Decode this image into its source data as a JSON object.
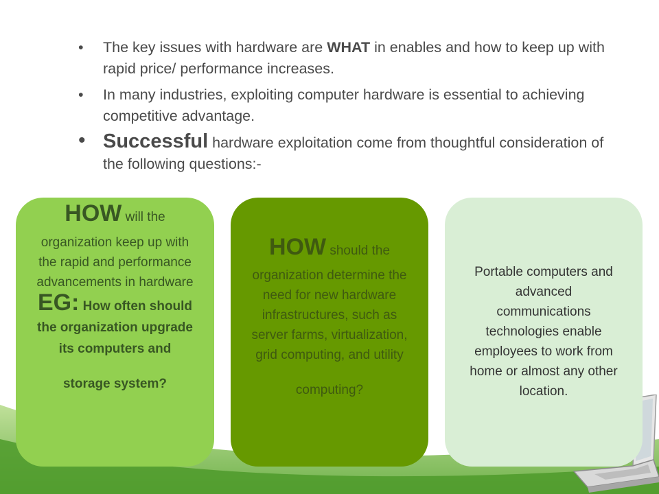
{
  "bullets": [
    {
      "pre": "The key issues with hardware are ",
      "bold": "WHAT",
      "post": " in enables and how to keep up with rapid price/ performance increases."
    },
    {
      "text": "In many industries, exploiting computer hardware is essential to achieving competitive advantage."
    },
    {
      "lead": "Successful",
      "text": " hardware exploitation come from thoughtful consideration of the following questions:-"
    }
  ],
  "bullet_char": "•",
  "panels": {
    "left": {
      "how": "HOW",
      "how_rest": " will the",
      "body": "organization keep up with the rapid and performance advancements in hardware",
      "eg": "EG:",
      "eg_body": " How often should the organization upgrade its computers and",
      "storage": "storage system?"
    },
    "middle": {
      "how": "HOW",
      "how_rest": " should the",
      "body": "organization determine the need for new hardware infrastructures, such as server farms, virtualization, grid computing, and utility",
      "last": "computing?"
    },
    "right": {
      "body": "Portable  computers and advanced communications technologies enable employees to work from home or almost any other location."
    }
  },
  "colors": {
    "panel_left": "#92d050",
    "panel_middle": "#669900",
    "panel_right": "#d9eed5",
    "deco_green": "#7ab648"
  },
  "decor": {
    "laptop": "laptop-icon"
  }
}
